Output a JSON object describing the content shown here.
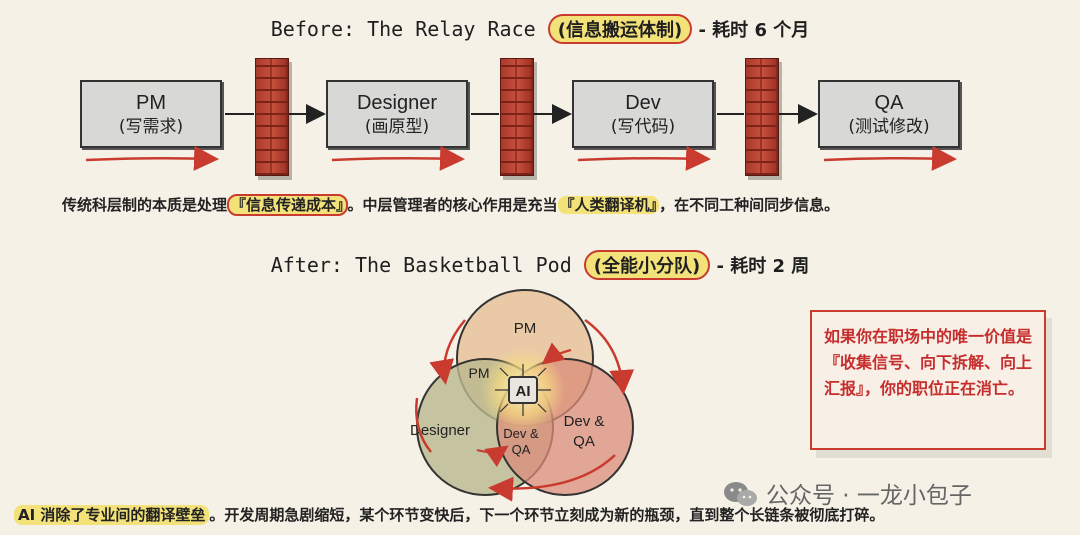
{
  "before": {
    "title_prefix": "Before: The Relay Race ",
    "title_highlight": "(信息搬运体制)",
    "title_suffix": " - 耗时 6 个月",
    "stages": [
      {
        "name": "PM",
        "task": "(写需求)"
      },
      {
        "name": "Designer",
        "task": "(画原型)"
      },
      {
        "name": "Dev",
        "task": "(写代码)"
      },
      {
        "name": "QA",
        "task": "(测试修改)"
      }
    ],
    "note": {
      "p1": "传统科层制的本质是处理",
      "hl1": "『信息传递成本』",
      "p2": "。中层管理者的核心作用是充当",
      "hl2": "『人类翻译机』",
      "p3": "，在不同工种间同步信息。"
    }
  },
  "after": {
    "title_prefix": "After: The Basketball Pod ",
    "title_highlight": "(全能小分队)",
    "title_suffix": " - 耗时 2 周",
    "circles": {
      "top": "PM",
      "left": "Designer",
      "right_l1": "Dev &",
      "right_l2": "QA",
      "inner_top": "PM",
      "inner_bottom_l1": "Dev &",
      "inner_bottom_l2": "QA",
      "chip": "AI"
    }
  },
  "side_note": "如果你在职场中的唯一价值是『收集信号、向下拆解、向上汇报』，你的职位正在消亡。",
  "footer": {
    "highlight": "AI 消除了专业间的翻译壁垒",
    "rest": "。开发周期急剧缩短，某个环节变快后，下一个环节立刻成为新的瓶颈，直到整个长链条被彻底打碎。"
  },
  "watermark": "公众号 · 一龙小包子",
  "colors": {
    "accent_red": "#c93a2f",
    "highlight_yellow": "#f3e27a",
    "pm_circle": "#e8c39a",
    "designer_circle": "#b9b88e",
    "devqa_circle": "#d98c7a"
  }
}
